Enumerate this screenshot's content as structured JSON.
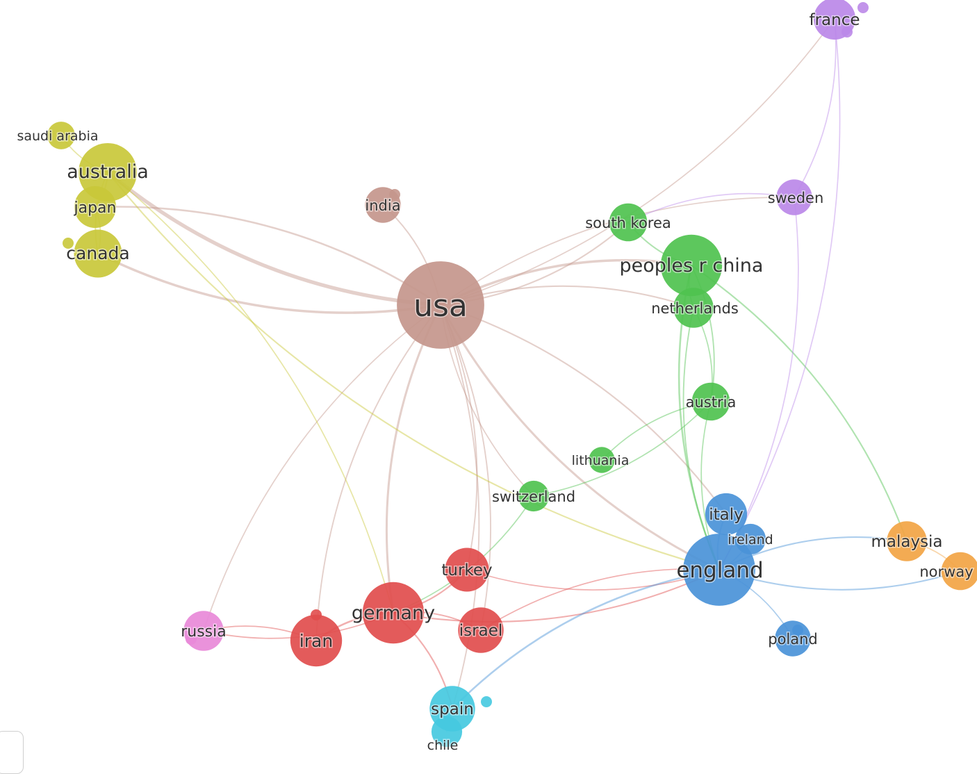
{
  "network": {
    "clusters": {
      "brown": {
        "color": "#c4968c"
      },
      "yellow": {
        "color": "#c9c83a"
      },
      "green": {
        "color": "#4fc24f"
      },
      "purple": {
        "color": "#bb88e8"
      },
      "red": {
        "color": "#e14d4d"
      },
      "blue": {
        "color": "#4a92d8"
      },
      "cyan": {
        "color": "#45c9e0"
      },
      "orange": {
        "color": "#f2a444"
      },
      "pink": {
        "color": "#e889d8"
      }
    },
    "nodes": [
      {
        "id": "usa",
        "label": "usa",
        "cluster": "brown",
        "weight": 10
      },
      {
        "id": "india",
        "label": "india",
        "cluster": "brown",
        "weight": 1.2
      },
      {
        "id": "australia",
        "label": "australia",
        "cluster": "yellow",
        "weight": 4
      },
      {
        "id": "japan",
        "label": "japan",
        "cluster": "yellow",
        "weight": 1.8
      },
      {
        "id": "canada",
        "label": "canada",
        "cluster": "yellow",
        "weight": 2.5
      },
      {
        "id": "saudi-arabia",
        "label": "saudi arabia",
        "cluster": "yellow",
        "weight": 0.6
      },
      {
        "id": "peoples-r-china",
        "label": "peoples r china",
        "cluster": "green",
        "weight": 4.5
      },
      {
        "id": "south-korea",
        "label": "south korea",
        "cluster": "green",
        "weight": 1.4
      },
      {
        "id": "netherlands",
        "label": "netherlands",
        "cluster": "green",
        "weight": 1.6
      },
      {
        "id": "austria",
        "label": "austria",
        "cluster": "green",
        "weight": 1.4
      },
      {
        "id": "lithuania",
        "label": "lithuania",
        "cluster": "green",
        "weight": 0.5
      },
      {
        "id": "switzerland",
        "label": "switzerland",
        "cluster": "green",
        "weight": 0.8
      },
      {
        "id": "france",
        "label": "france",
        "cluster": "purple",
        "weight": 1.8
      },
      {
        "id": "sweden",
        "label": "sweden",
        "cluster": "purple",
        "weight": 1.2
      },
      {
        "id": "germany",
        "label": "germany",
        "cluster": "red",
        "weight": 4.5
      },
      {
        "id": "turkey",
        "label": "turkey",
        "cluster": "red",
        "weight": 2
      },
      {
        "id": "israel",
        "label": "israel",
        "cluster": "red",
        "weight": 2.2
      },
      {
        "id": "iran",
        "label": "iran",
        "cluster": "red",
        "weight": 3
      },
      {
        "id": "england",
        "label": "england",
        "cluster": "blue",
        "weight": 6.5
      },
      {
        "id": "italy",
        "label": "italy",
        "cluster": "blue",
        "weight": 1.8
      },
      {
        "id": "ireland",
        "label": "ireland",
        "cluster": "blue",
        "weight": 0.8
      },
      {
        "id": "poland",
        "label": "poland",
        "cluster": "blue",
        "weight": 1.2
      },
      {
        "id": "spain",
        "label": "spain",
        "cluster": "cyan",
        "weight": 2.2
      },
      {
        "id": "chile",
        "label": "chile",
        "cluster": "cyan",
        "weight": 0.8
      },
      {
        "id": "malaysia",
        "label": "malaysia",
        "cluster": "orange",
        "weight": 1.6
      },
      {
        "id": "norway",
        "label": "norway",
        "cluster": "orange",
        "weight": 1.4
      },
      {
        "id": "russia",
        "label": "russia",
        "cluster": "pink",
        "weight": 1.6
      }
    ],
    "links": [
      {
        "source": "usa",
        "target": "australia",
        "strength": 5
      },
      {
        "source": "usa",
        "target": "japan",
        "strength": 2
      },
      {
        "source": "usa",
        "target": "canada",
        "strength": 3
      },
      {
        "source": "usa",
        "target": "india",
        "strength": 1.2
      },
      {
        "source": "usa",
        "target": "peoples-r-china",
        "strength": 3
      },
      {
        "source": "usa",
        "target": "south-korea",
        "strength": 1.5
      },
      {
        "source": "usa",
        "target": "netherlands",
        "strength": 1.5
      },
      {
        "source": "usa",
        "target": "france",
        "strength": 1
      },
      {
        "source": "usa",
        "target": "sweden",
        "strength": 1
      },
      {
        "source": "usa",
        "target": "england",
        "strength": 2.5
      },
      {
        "source": "usa",
        "target": "italy",
        "strength": 1.5
      },
      {
        "source": "usa",
        "target": "germany",
        "strength": 2.5
      },
      {
        "source": "usa",
        "target": "turkey",
        "strength": 1.2
      },
      {
        "source": "usa",
        "target": "iran",
        "strength": 1.2
      },
      {
        "source": "usa",
        "target": "israel",
        "strength": 1.2
      },
      {
        "source": "usa",
        "target": "russia",
        "strength": 1
      },
      {
        "source": "usa",
        "target": "spain",
        "strength": 1.2
      },
      {
        "source": "usa",
        "target": "switzerland",
        "strength": 1
      },
      {
        "source": "australia",
        "target": "japan",
        "strength": 1.5
      },
      {
        "source": "australia",
        "target": "canada",
        "strength": 1.5
      },
      {
        "source": "australia",
        "target": "saudi-arabia",
        "strength": 1
      },
      {
        "source": "australia",
        "target": "england",
        "strength": 1.5
      },
      {
        "source": "australia",
        "target": "germany",
        "strength": 1
      },
      {
        "source": "canada",
        "target": "japan",
        "strength": 1
      },
      {
        "source": "peoples-r-china",
        "target": "south-korea",
        "strength": 1.5
      },
      {
        "source": "peoples-r-china",
        "target": "netherlands",
        "strength": 1.2
      },
      {
        "source": "peoples-r-china",
        "target": "austria",
        "strength": 1.2
      },
      {
        "source": "peoples-r-china",
        "target": "england",
        "strength": 2
      },
      {
        "source": "peoples-r-china",
        "target": "malaysia",
        "strength": 1.5
      },
      {
        "source": "netherlands",
        "target": "england",
        "strength": 1.2
      },
      {
        "source": "netherlands",
        "target": "austria",
        "strength": 1
      },
      {
        "source": "austria",
        "target": "lithuania",
        "strength": 1
      },
      {
        "source": "austria",
        "target": "switzerland",
        "strength": 1
      },
      {
        "source": "austria",
        "target": "england",
        "strength": 1
      },
      {
        "source": "switzerland",
        "target": "germany",
        "strength": 1
      },
      {
        "source": "sweden",
        "target": "france",
        "strength": 1
      },
      {
        "source": "sweden",
        "target": "england",
        "strength": 1
      },
      {
        "source": "sweden",
        "target": "south-korea",
        "strength": 1
      },
      {
        "source": "france",
        "target": "england",
        "strength": 1
      },
      {
        "source": "germany",
        "target": "turkey",
        "strength": 1.5
      },
      {
        "source": "germany",
        "target": "israel",
        "strength": 1.2
      },
      {
        "source": "germany",
        "target": "iran",
        "strength": 2
      },
      {
        "source": "germany",
        "target": "spain",
        "strength": 1.5
      },
      {
        "source": "germany",
        "target": "england",
        "strength": 1.5
      },
      {
        "source": "germany",
        "target": "russia",
        "strength": 1
      },
      {
        "source": "turkey",
        "target": "england",
        "strength": 1
      },
      {
        "source": "israel",
        "target": "england",
        "strength": 1
      },
      {
        "source": "iran",
        "target": "russia",
        "strength": 1
      },
      {
        "source": "england",
        "target": "italy",
        "strength": 1.5
      },
      {
        "source": "england",
        "target": "ireland",
        "strength": 1
      },
      {
        "source": "england",
        "target": "poland",
        "strength": 1
      },
      {
        "source": "england",
        "target": "spain",
        "strength": 2
      },
      {
        "source": "england",
        "target": "malaysia",
        "strength": 1.5
      },
      {
        "source": "england",
        "target": "norway",
        "strength": 1.5
      },
      {
        "source": "malaysia",
        "target": "norway",
        "strength": 1
      },
      {
        "source": "spain",
        "target": "chile",
        "strength": 1
      }
    ]
  }
}
